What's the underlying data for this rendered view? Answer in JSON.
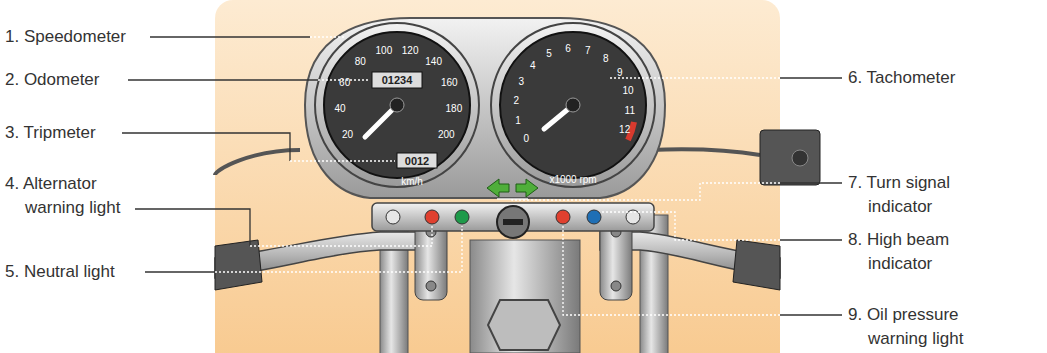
{
  "diagram": {
    "labels": [
      "1. Speedometer",
      "2. Odometer",
      "3. Tripmeter",
      "4. Alternator warning light",
      "5. Neutral light",
      "6. Tachometer",
      "7. Turn signal indicator",
      "8. High beam indicator",
      "9. Oil pressure warning light",
      "20",
      "40",
      "60",
      "80",
      "100",
      "120",
      "140",
      "160",
      "180",
      "200",
      "01234",
      "0012",
      "km/h",
      "0",
      "1",
      "2",
      "3",
      "4",
      "5",
      "6",
      "7",
      "8",
      "9",
      "10",
      "11",
      "12",
      "x1000 rpm"
    ]
  }
}
